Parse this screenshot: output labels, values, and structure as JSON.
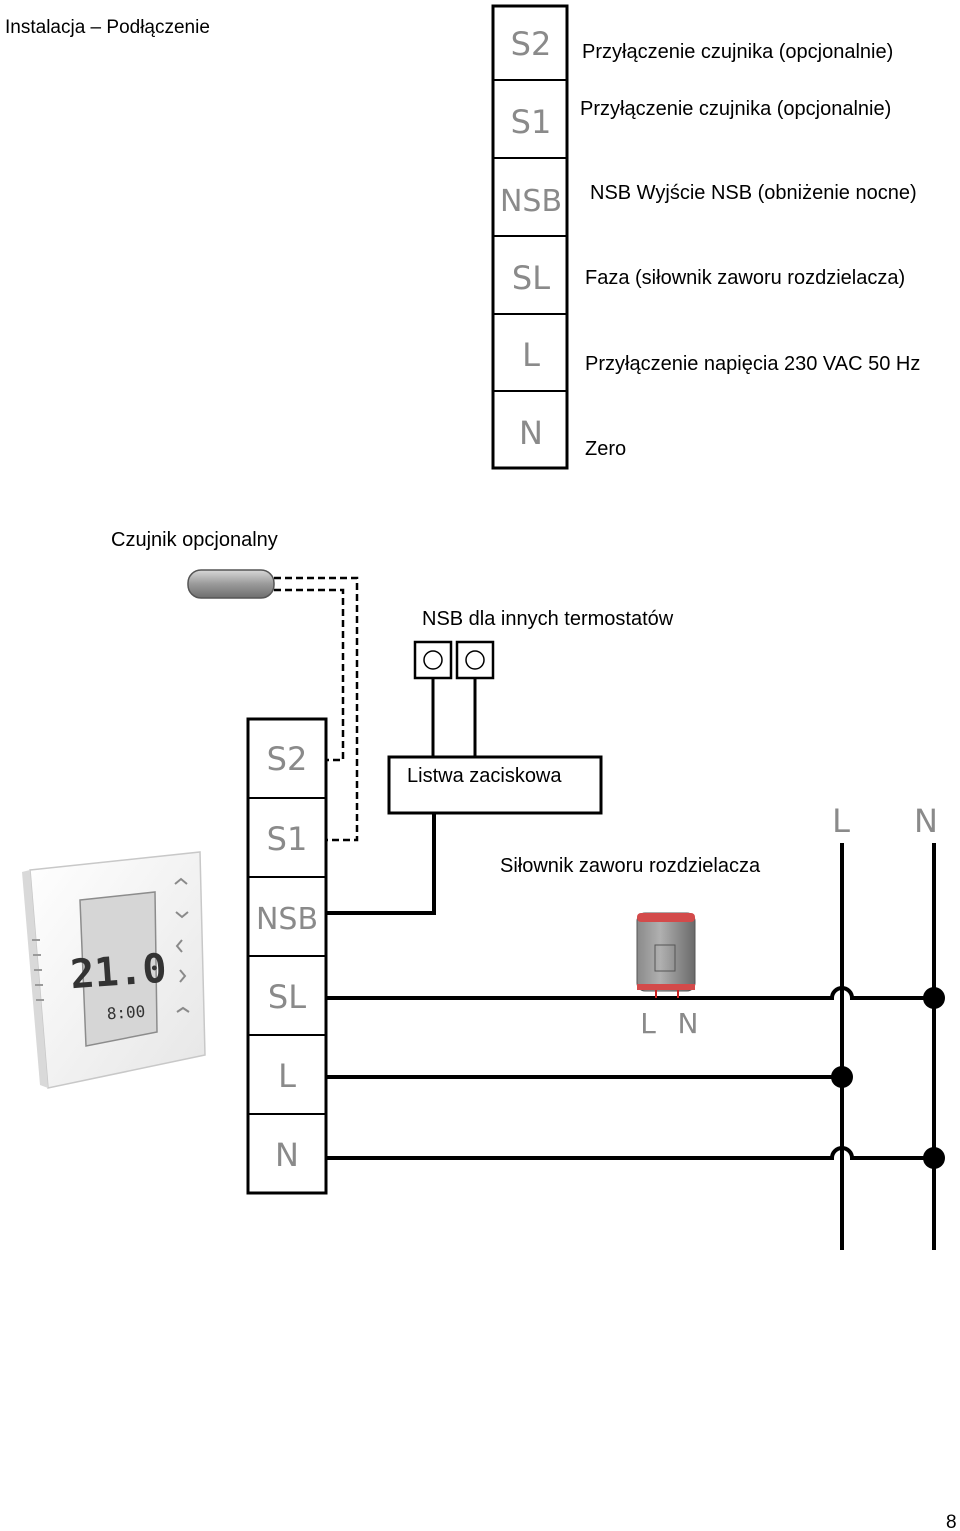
{
  "header": {
    "title": "Instalacja – Podłączenie"
  },
  "legend": {
    "terminals": [
      {
        "code": "S2",
        "description": "Przyłączenie czujnika (opcjonalnie)"
      },
      {
        "code": "S1",
        "description": "Przyłączenie czujnika (opcjonalnie)"
      },
      {
        "code": "NSB",
        "description": "NSB Wyjście NSB (obniżenie nocne)"
      },
      {
        "code": "SL",
        "description": "Faza (siłownik zaworu rozdzielacza)"
      },
      {
        "code": "L",
        "description": "Przyłączenie napięcia 230 VAC 50 Hz"
      },
      {
        "code": "N",
        "description": "Zero"
      }
    ]
  },
  "wiring": {
    "sensor_label": "Czujnik opcjonalny",
    "nsb_other_label": "NSB dla innych termostatów",
    "terminal_strip_label": "Listwa zaciskowa",
    "actuator_label": "Siłownik zaworu rozdzielacza",
    "actuator_pins": [
      "L",
      "N"
    ],
    "supply_lines": [
      "L",
      "N"
    ],
    "terminals": [
      "S2",
      "S1",
      "NSB",
      "SL",
      "L",
      "N"
    ],
    "thermostat_display": {
      "temperature": "21.0",
      "time": "8:00"
    }
  },
  "footer": {
    "page_number": "8"
  }
}
